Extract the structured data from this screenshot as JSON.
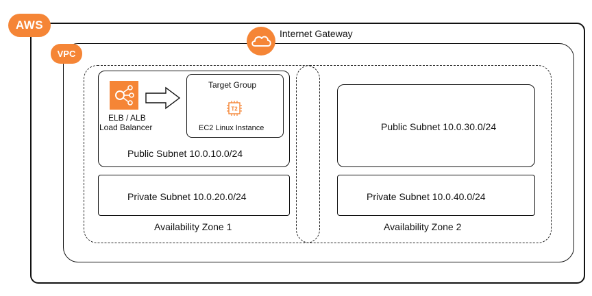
{
  "aws": {
    "badge": "AWS"
  },
  "vpc": {
    "badge": "VPC"
  },
  "internet_gateway": {
    "label": "Internet Gateway",
    "icon": "cloud-icon"
  },
  "availability_zones": [
    {
      "label": "Availability Zone 1",
      "public_subnet": "Public Subnet 10.0.10.0/24",
      "private_subnet": "Private Subnet 10.0.20.0/24"
    },
    {
      "label": "Availability Zone 2",
      "public_subnet": "Public Subnet 10.0.30.0/24",
      "private_subnet": "Private Subnet 10.0.40.0/24"
    }
  ],
  "load_balancer": {
    "line1": "ELB / ALB",
    "line2": "Load Balancer",
    "icon": "elb-icon"
  },
  "target_group": {
    "title": "Target Group",
    "chip_label": "T2",
    "instance_label": "EC2 Linux Instance",
    "icon": "chip-icon"
  },
  "colors": {
    "accent": "#f58536",
    "stroke": "#111111",
    "background": "#ffffff"
  }
}
